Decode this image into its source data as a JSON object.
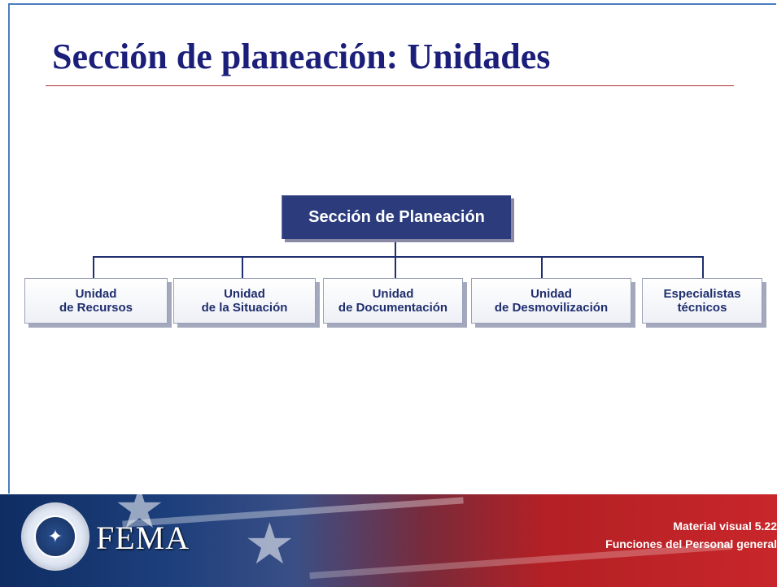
{
  "slide": {
    "title": "Sección de planeación:  Unidades"
  },
  "org_chart": {
    "top": "Sección de Planeación",
    "units": [
      {
        "line1": "Unidad",
        "line2": "de Recursos"
      },
      {
        "line1": "Unidad",
        "line2": "de la Situación"
      },
      {
        "line1": "Unidad",
        "line2": "de Documentación"
      },
      {
        "line1": "Unidad",
        "line2": "de Desmovilización"
      },
      {
        "line1": "Especialistas",
        "line2": "técnicos"
      }
    ]
  },
  "footer": {
    "logo_text": "FEMA",
    "seal_icon": "dhs-seal-icon",
    "line1": "Material visual 5.22",
    "line2": "Funciones del Personal general"
  },
  "colors": {
    "title": "#1b1f7a",
    "top_box": "#2b3b7c",
    "connector": "#1f2e6e",
    "title_rule": "#b03030"
  }
}
